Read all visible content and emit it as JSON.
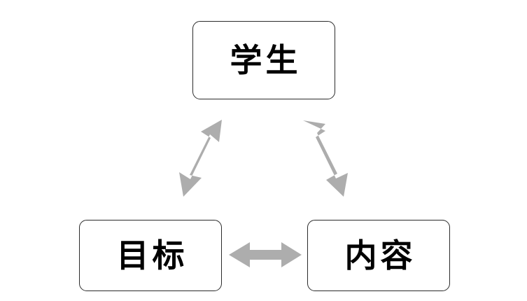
{
  "diagram": {
    "title": "",
    "background_color": "#ffffff",
    "node_border_color": "#2b2b2b",
    "node_fill_color": "#ffffff",
    "node_text_color": "#000000",
    "arrow_color": "#adadad",
    "nodes": [
      {
        "id": "student",
        "label": "学生",
        "position": "top"
      },
      {
        "id": "goal",
        "label": "目标",
        "position": "bottom-left"
      },
      {
        "id": "content",
        "label": "内容",
        "position": "bottom-right"
      }
    ],
    "connectors": [
      {
        "id": "goal-student",
        "from": "goal",
        "to": "student",
        "style": "double-headed",
        "orientation": "diagonal-up-right"
      },
      {
        "id": "student-content",
        "from": "student",
        "to": "content",
        "style": "double-headed",
        "orientation": "diagonal-down-right"
      },
      {
        "id": "goal-content",
        "from": "goal",
        "to": "content",
        "style": "double-headed",
        "orientation": "horizontal"
      }
    ]
  }
}
